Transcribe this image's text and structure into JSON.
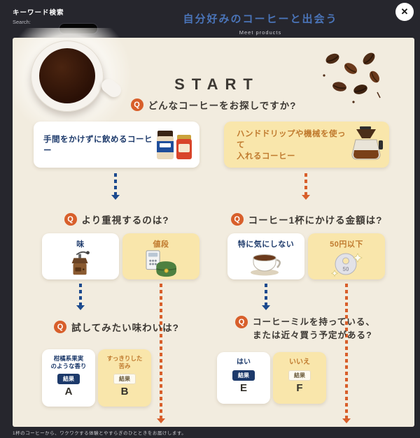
{
  "colors": {
    "bg-dark": "#26262d",
    "modal-bg": "#f2ecdf",
    "accent-orange": "#d85f2b",
    "arrow-blue": "#1c4a8e",
    "navy": "#1d3a6b",
    "card-yellow": "#f9e6ab",
    "title-blue": "#4a74b8",
    "text-dark": "#3d3934",
    "yellow-text": "#c07a2e"
  },
  "header": {
    "search_title": "キーワード検索",
    "search_label": "Search:",
    "title": "自分好みのコーヒーと出会う",
    "subtitle": "Meet products",
    "close_glyph": "✕"
  },
  "flow": {
    "start_label": "START",
    "q_glyph": "Q",
    "q1": {
      "question": "どんなコーヒーをお探しですか?",
      "option_left": "手間をかけずに飲めるコーヒー",
      "option_right": "ハンドドリップや機械を使って\n入れるコーヒー"
    },
    "q2_left": {
      "question": "より重視するのは?",
      "option_left": "味",
      "option_right": "値段"
    },
    "q2_right": {
      "question": "コーヒー1杯にかける金額は?",
      "option_left": "特に気にしない",
      "option_right": "50円以下"
    },
    "q3_left": {
      "question": "試してみたい味わいは?",
      "results": [
        {
          "label": "柑橘系果実\nのような香り",
          "badge": "結果",
          "letter": "A"
        },
        {
          "label": "すっきりした\n苦み",
          "badge": "結果",
          "letter": "B"
        }
      ]
    },
    "q3_right": {
      "question": "コーヒーミルを持っている、\nまたは近々買う予定がある?",
      "results": [
        {
          "label": "はい",
          "badge": "結果",
          "letter": "E"
        },
        {
          "label": "いいえ",
          "badge": "結果",
          "letter": "F"
        }
      ]
    }
  },
  "footer": {
    "text": "1杯のコーヒーから、ワクワクする体験とやすらぎのひとときをお届けします。"
  }
}
